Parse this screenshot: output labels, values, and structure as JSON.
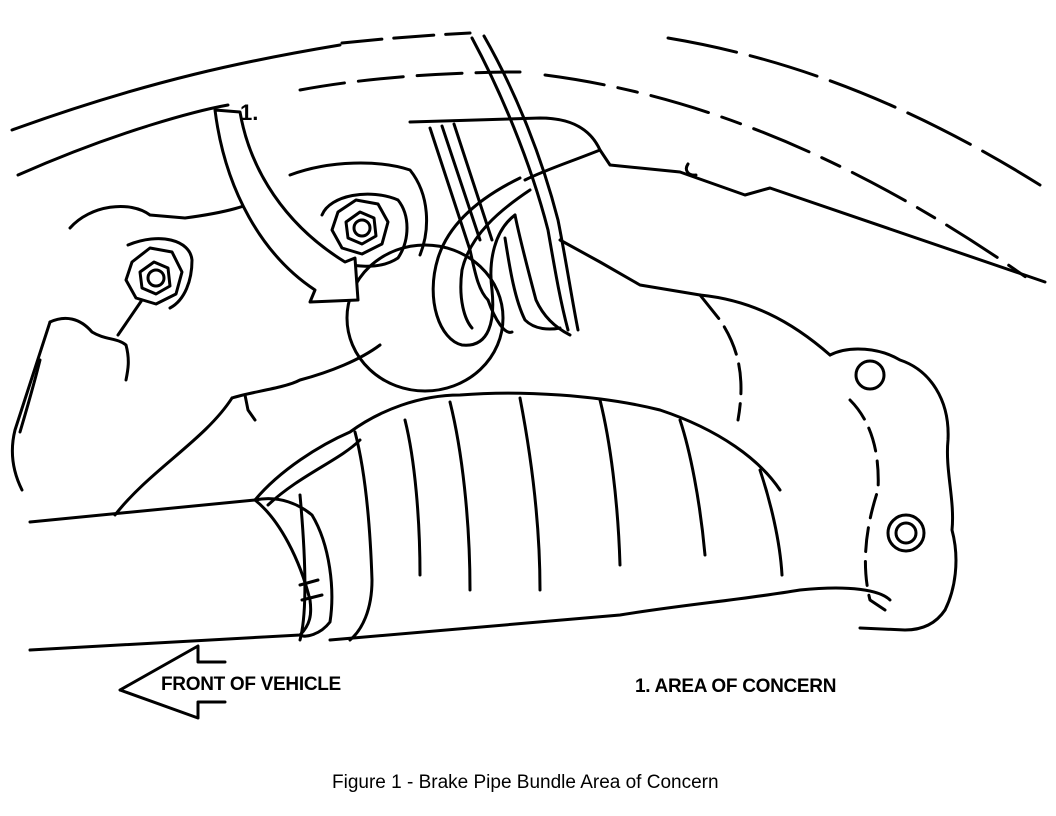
{
  "figure": {
    "callout_number": "1.",
    "direction_label": "FRONT OF VEHICLE",
    "legend_item": "1. AREA OF CONCERN",
    "caption": "Figure 1 - Brake Pipe Bundle Area of Concern"
  },
  "icons": {
    "direction_arrow": "left-arrow-icon",
    "callout_arrow": "curved-arrow-icon",
    "bolt": "hex-bolt-icon"
  },
  "colors": {
    "line": "#000000",
    "background": "#ffffff"
  }
}
